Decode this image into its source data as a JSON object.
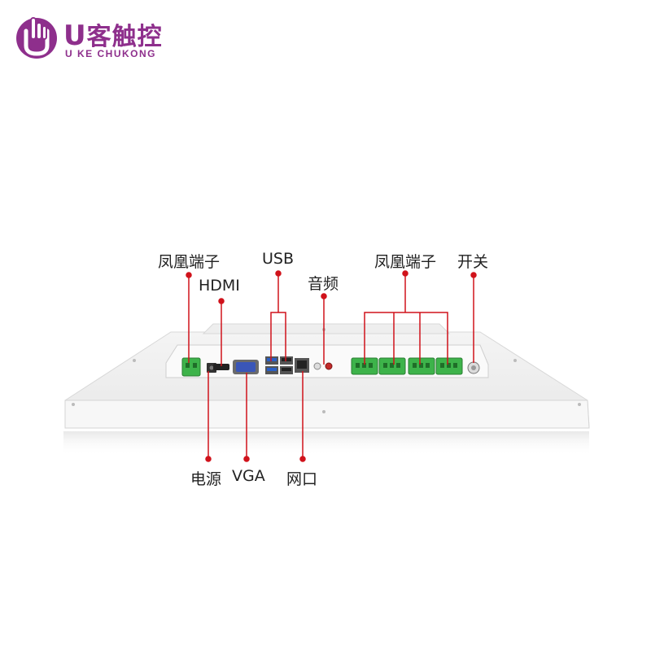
{
  "logo": {
    "letter": "U",
    "name": "客触控",
    "tagline": "U KE CHUKONG",
    "color": "#8e2f8c"
  },
  "labels": {
    "phoenix_left": "凤凰端子",
    "hdmi": "HDMI",
    "usb": "USB",
    "audio": "音频",
    "phoenix_right": "凤凰端子",
    "switch": "开关",
    "power": "电源",
    "vga": "VGA",
    "lan": "网口"
  },
  "colors": {
    "callout": "#d0121b",
    "terminal": "#3db34a",
    "usb_port": "#2a5fc4",
    "audio_port": "#c22a2a",
    "vga_port": "#3a56b8"
  }
}
